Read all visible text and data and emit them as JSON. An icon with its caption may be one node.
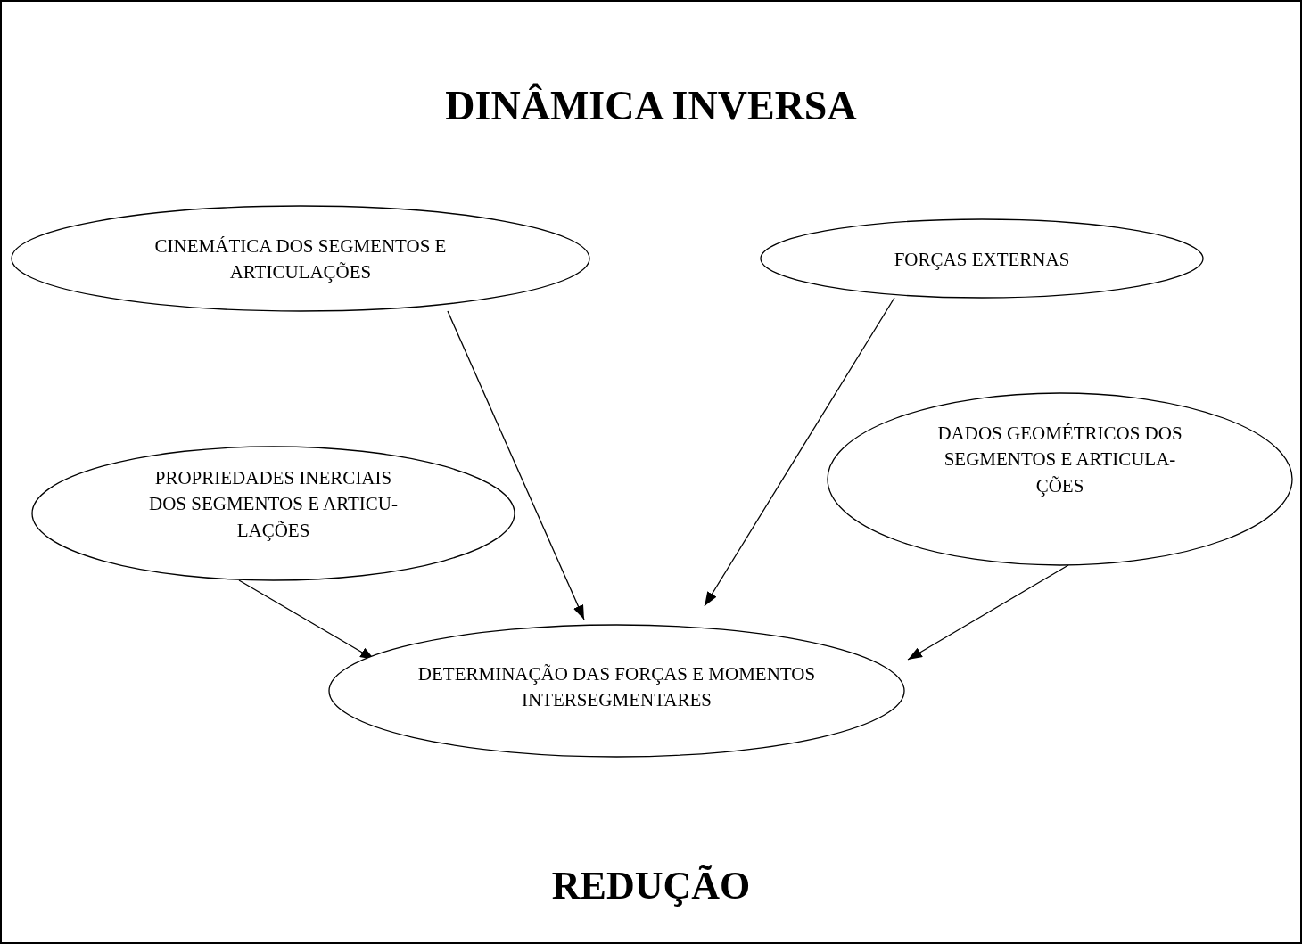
{
  "diagram": {
    "title": "DINÂMICA INVERSA",
    "nodes": [
      {
        "text": [
          "CINEMÁTICA DOS SEGMENTOS E ARTICULAÇÕES"
        ]
      },
      {
        "text": [
          "FORÇAS EXTERNAS"
        ]
      },
      {
        "text": [
          "PROPRIEDADES INERCIAIS DOS SEGMENTOS E ARTICU- LAÇÕES"
        ]
      },
      {
        "text": [
          "DADOS GEOMÉTRICOS DOS SEGMENTOS E ARTICULA- ÇÕES"
        ]
      },
      {
        "text": [
          "DETERMINAÇÃO DAS FORÇAS E MOMENTOS INTERSEGMENTARES"
        ]
      }
    ],
    "edges": [
      {
        "from": 0,
        "to": 4,
        "arrow": "to"
      },
      {
        "from": 1,
        "to": 4,
        "arrow": "to"
      },
      {
        "from": 2,
        "to": 4,
        "arrow": "to"
      },
      {
        "from": 3,
        "to": 4,
        "arrow": "to"
      }
    ],
    "labels": [
      "REDUÇÃO"
    ]
  }
}
